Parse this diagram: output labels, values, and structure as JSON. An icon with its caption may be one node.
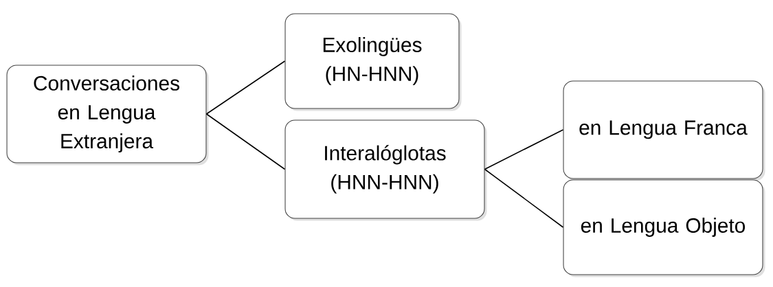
{
  "diagram": {
    "nodes": [
      {
        "text": [
          "Conversaciones en Lengua Extranjera"
        ]
      },
      {
        "text": [
          "Exolingües (HN-HNN)"
        ]
      },
      {
        "text": [
          "Interalóglotas (HNN-HNN)"
        ]
      },
      {
        "text": [
          "en Lengua Franca"
        ]
      },
      {
        "text": [
          "en Lengua Objeto"
        ]
      }
    ],
    "edges": [
      {
        "from": 0,
        "to": 1,
        "arrow": "none"
      },
      {
        "from": 0,
        "to": 2,
        "arrow": "none"
      },
      {
        "from": 2,
        "to": 3,
        "arrow": "none"
      },
      {
        "from": 2,
        "to": 4,
        "arrow": "none"
      }
    ]
  }
}
